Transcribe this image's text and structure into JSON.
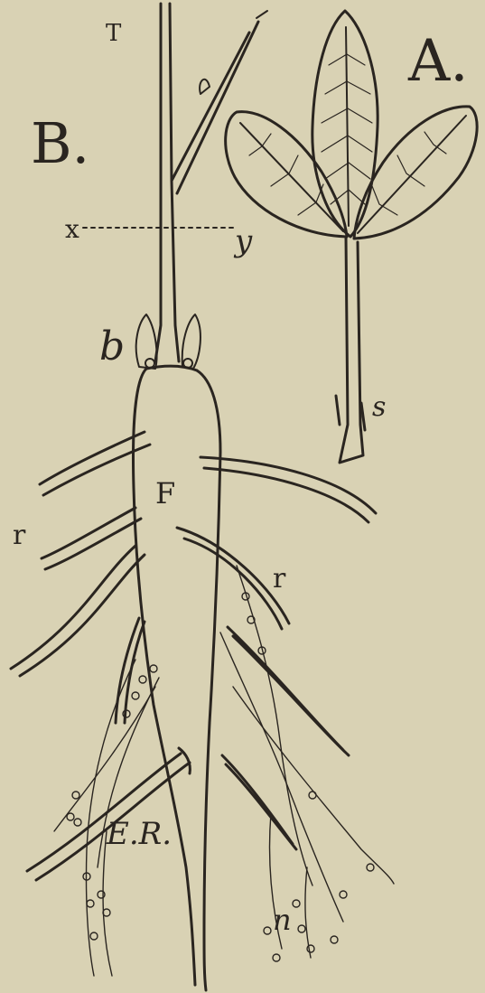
{
  "labels": {
    "A": "A.",
    "B": "B.",
    "T": "T",
    "x": "x",
    "y": "y",
    "b": "b",
    "s": "s",
    "F": "F",
    "r_left": "r",
    "r_right": "r",
    "ER": "E.R.",
    "n": "n"
  },
  "colors": {
    "paper": "#d9d2b4",
    "ink": "#2a2520"
  }
}
